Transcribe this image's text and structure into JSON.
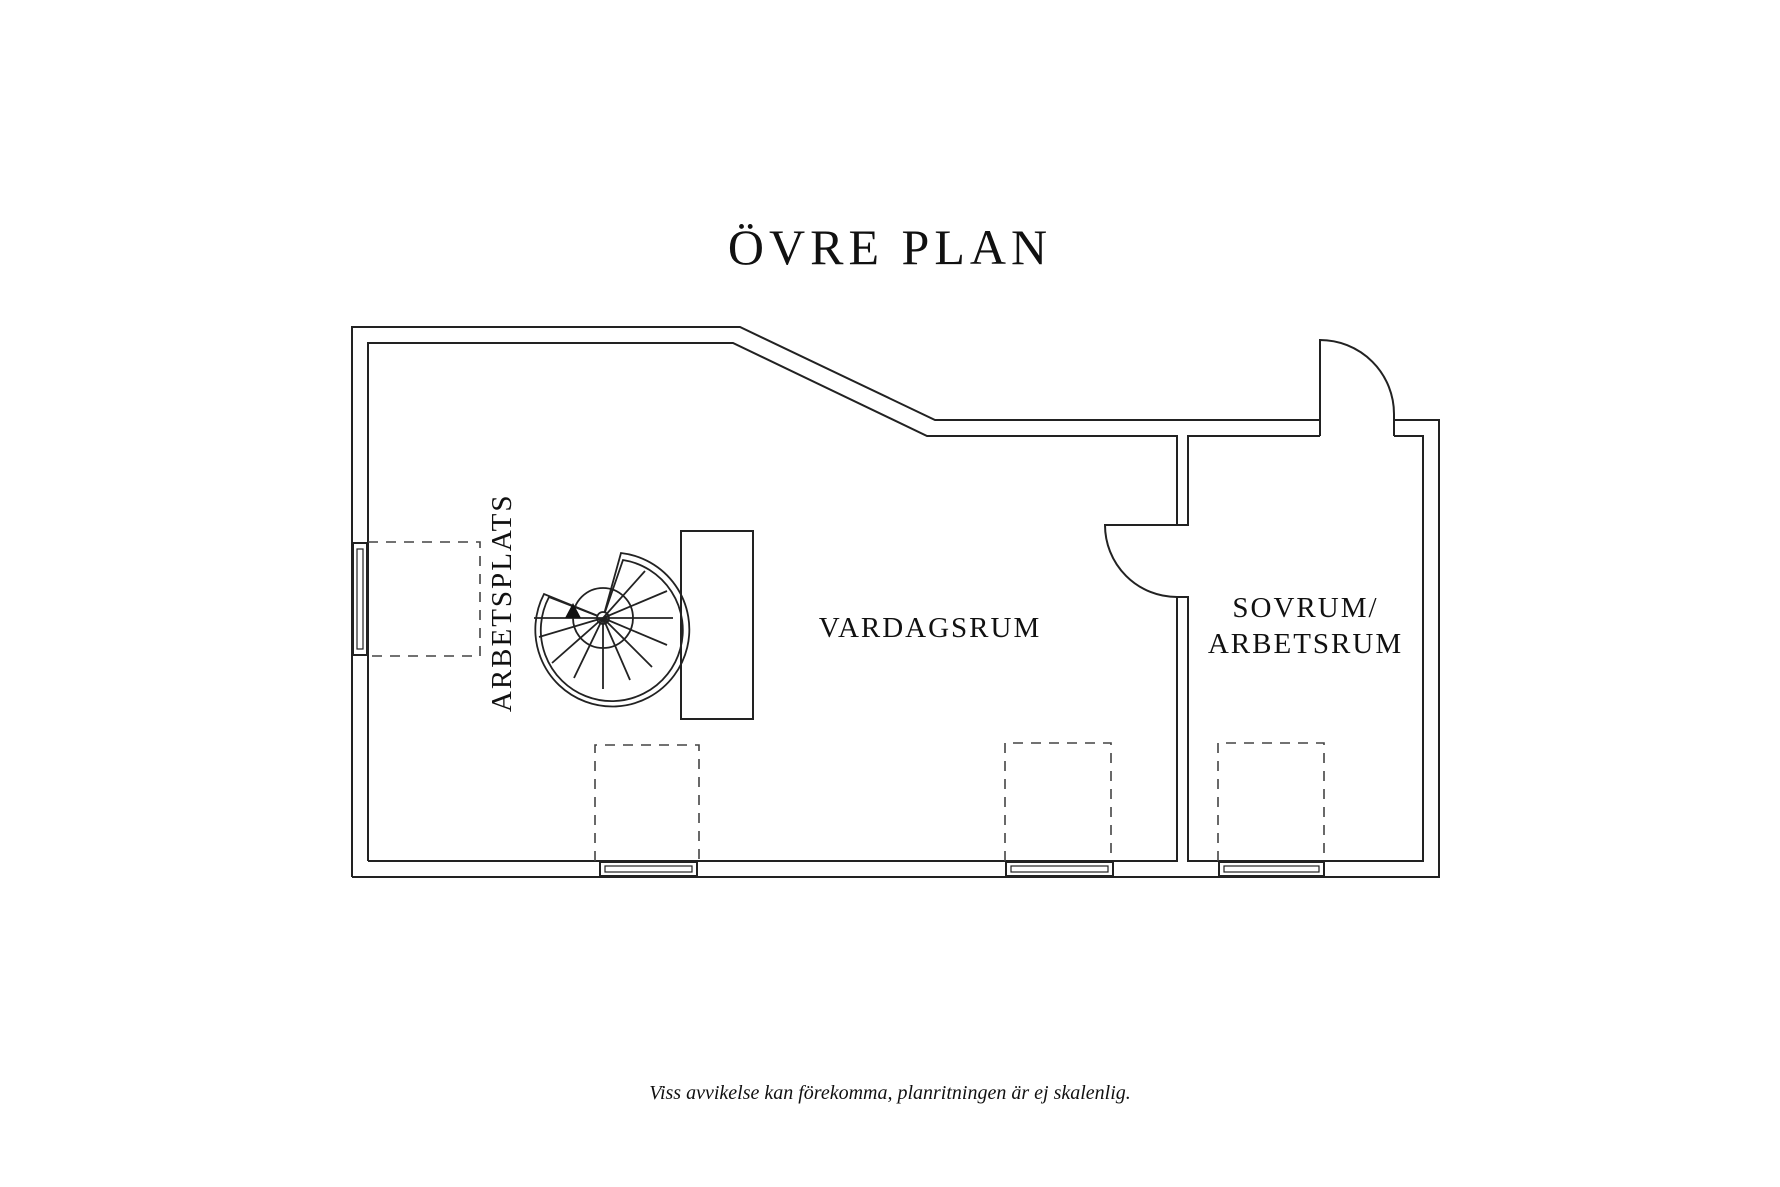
{
  "title": "ÖVRE PLAN",
  "rooms": [
    {
      "id": "vardagsrum",
      "label": "VARDAGSRUM"
    },
    {
      "id": "sovrum",
      "label_line1": "SOVRUM/",
      "label_line2": "ARBETSRUM"
    },
    {
      "id": "arbetsplats",
      "label": "ARBETSPLATS"
    }
  ],
  "footnote": "Viss avvikelse kan förekomma, planritningen är ej skalenlig.",
  "colors": {
    "line": "#222222",
    "background": "#ffffff"
  }
}
